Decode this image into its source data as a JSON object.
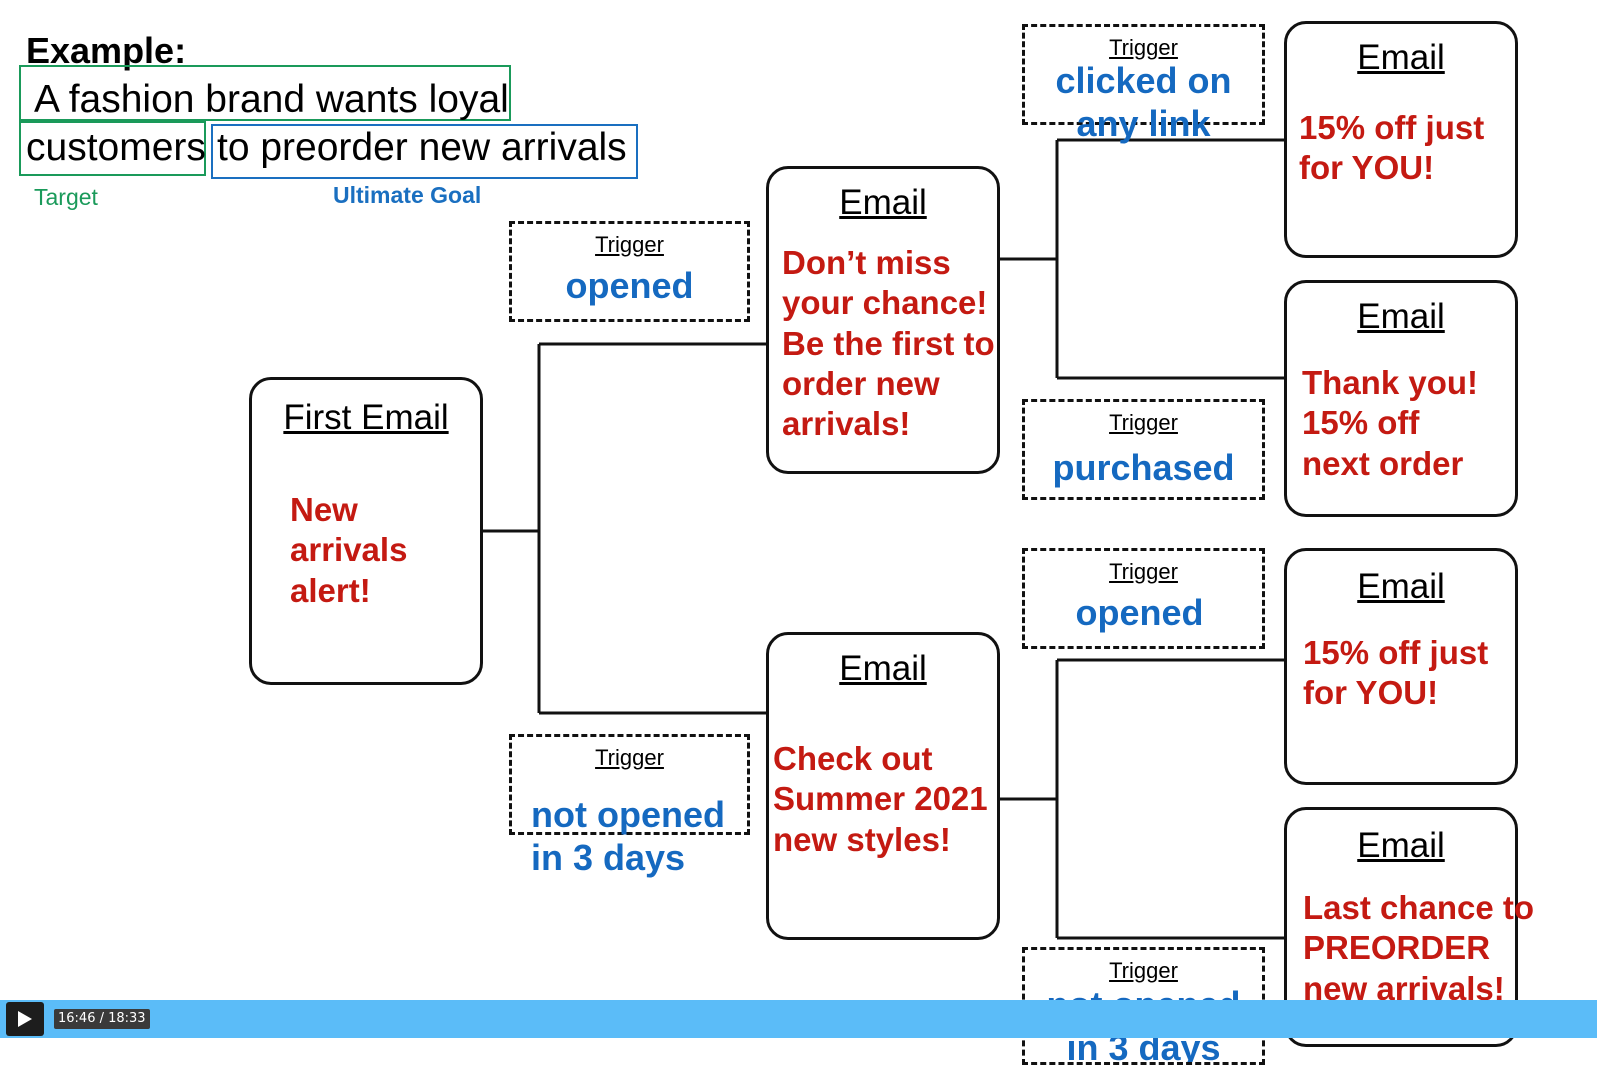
{
  "header": {
    "example": "Example:",
    "line1": "A fashion brand wants loyal",
    "customers": "customers",
    "goal_text": "to preorder new arrivals",
    "target_label": "Target",
    "goal_label": "Ultimate Goal"
  },
  "colors": {
    "target": "#1a9a5a",
    "goal": "#1a6fc0",
    "message": "#c41a12",
    "trigger": "#1569c0"
  },
  "first_email": {
    "title": "First Email",
    "message": "New\narrivals\nalert!"
  },
  "trig_a": {
    "label": "Trigger",
    "value": "opened"
  },
  "trig_b": {
    "label": "Trigger",
    "value": "not opened\nin 3 days"
  },
  "email_top": {
    "title": "Email",
    "message": "Don’t miss\nyour chance!\nBe the first to\norder new\narrivals!"
  },
  "email_bottom": {
    "title": "Email",
    "message": "Check out\nSummer 2021\nnew styles!"
  },
  "trig_c": {
    "label": "Trigger",
    "value": "clicked on\nany link"
  },
  "trig_d": {
    "label": "Trigger",
    "value": "purchased"
  },
  "trig_e": {
    "label": "Trigger",
    "value": "opened"
  },
  "trig_f": {
    "label": "Trigger",
    "value": "not opened\nin 3 days"
  },
  "email_r1": {
    "title": "Email",
    "message": "15% off just\nfor YOU!"
  },
  "email_r2": {
    "title": "Email",
    "message": "Thank you!\n15% off\nnext order"
  },
  "email_r3": {
    "title": "Email",
    "message": "15% off just\nfor YOU!"
  },
  "email_r4": {
    "title": "Email",
    "message": "Last chance to\nPREORDER\nnew arrivals!"
  },
  "player": {
    "time": "16:46 / 18:33",
    "play_icon": "play-icon"
  }
}
